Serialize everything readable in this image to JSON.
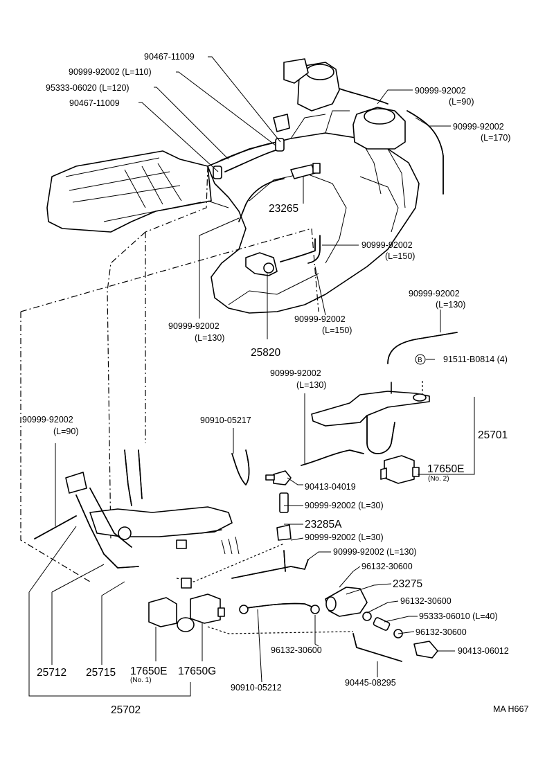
{
  "labels": {
    "l_904671_top": "90467-11009",
    "l_909992_110": "90999-92002 (L=110)",
    "l_953330_120": "95333-06020 (L=120)",
    "l_904671_2": "90467-11009",
    "l_909992_r90": "90999-92002",
    "l_909992_r90_len": "(L=90)",
    "l_909992_r170": "90999-92002",
    "l_909992_r170_len": "(L=170)",
    "l_23265": "23265",
    "l_909992_150a": "90999-92002",
    "l_909992_150a_len": "(L=150)",
    "l_909992_130a": "90999-92002",
    "l_909992_130a_len": "(L=130)",
    "l_909992_150b": "90999-92002",
    "l_909992_150b_len": "(L=150)",
    "l_25820": "25820",
    "l_909992_130b": "90999-92002",
    "l_909992_130b_len": "(L=130)",
    "l_b_mark": "B",
    "l_91511": "91511-B0814 (4)",
    "l_909992_130c": "90999-92002",
    "l_909992_130c_len": "(L=130)",
    "l_25701": "25701",
    "l_909992_90b": "90999-92002",
    "l_909992_90b_len": "(L=90)",
    "l_909100_217": "90910-05217",
    "l_17650E_2": "17650E",
    "l_no2": "(No. 2)",
    "l_904130_19": "90413-04019",
    "l_909992_30a": "90999-92002 (L=30)",
    "l_23285A": "23285A",
    "l_909992_30b": "90999-92002 (L=30)",
    "l_909992_130d": "90999-92002 (L=130)",
    "l_961323_a": "96132-30600",
    "l_23275": "23275",
    "l_961323_b": "96132-30600",
    "l_953330_40": "95333-06010 (L=40)",
    "l_961323_c": "96132-30600",
    "l_904130_12": "90413-06012",
    "l_961323_d": "96132-30600",
    "l_904450_295": "90445-08295",
    "l_909100_212": "90910-05212",
    "l_25712": "25712",
    "l_25715": "25715",
    "l_17650E_1": "17650E",
    "l_no1": "(No. 1)",
    "l_17650G": "17650G",
    "l_25702": "25702",
    "l_ref": "MA H667"
  }
}
